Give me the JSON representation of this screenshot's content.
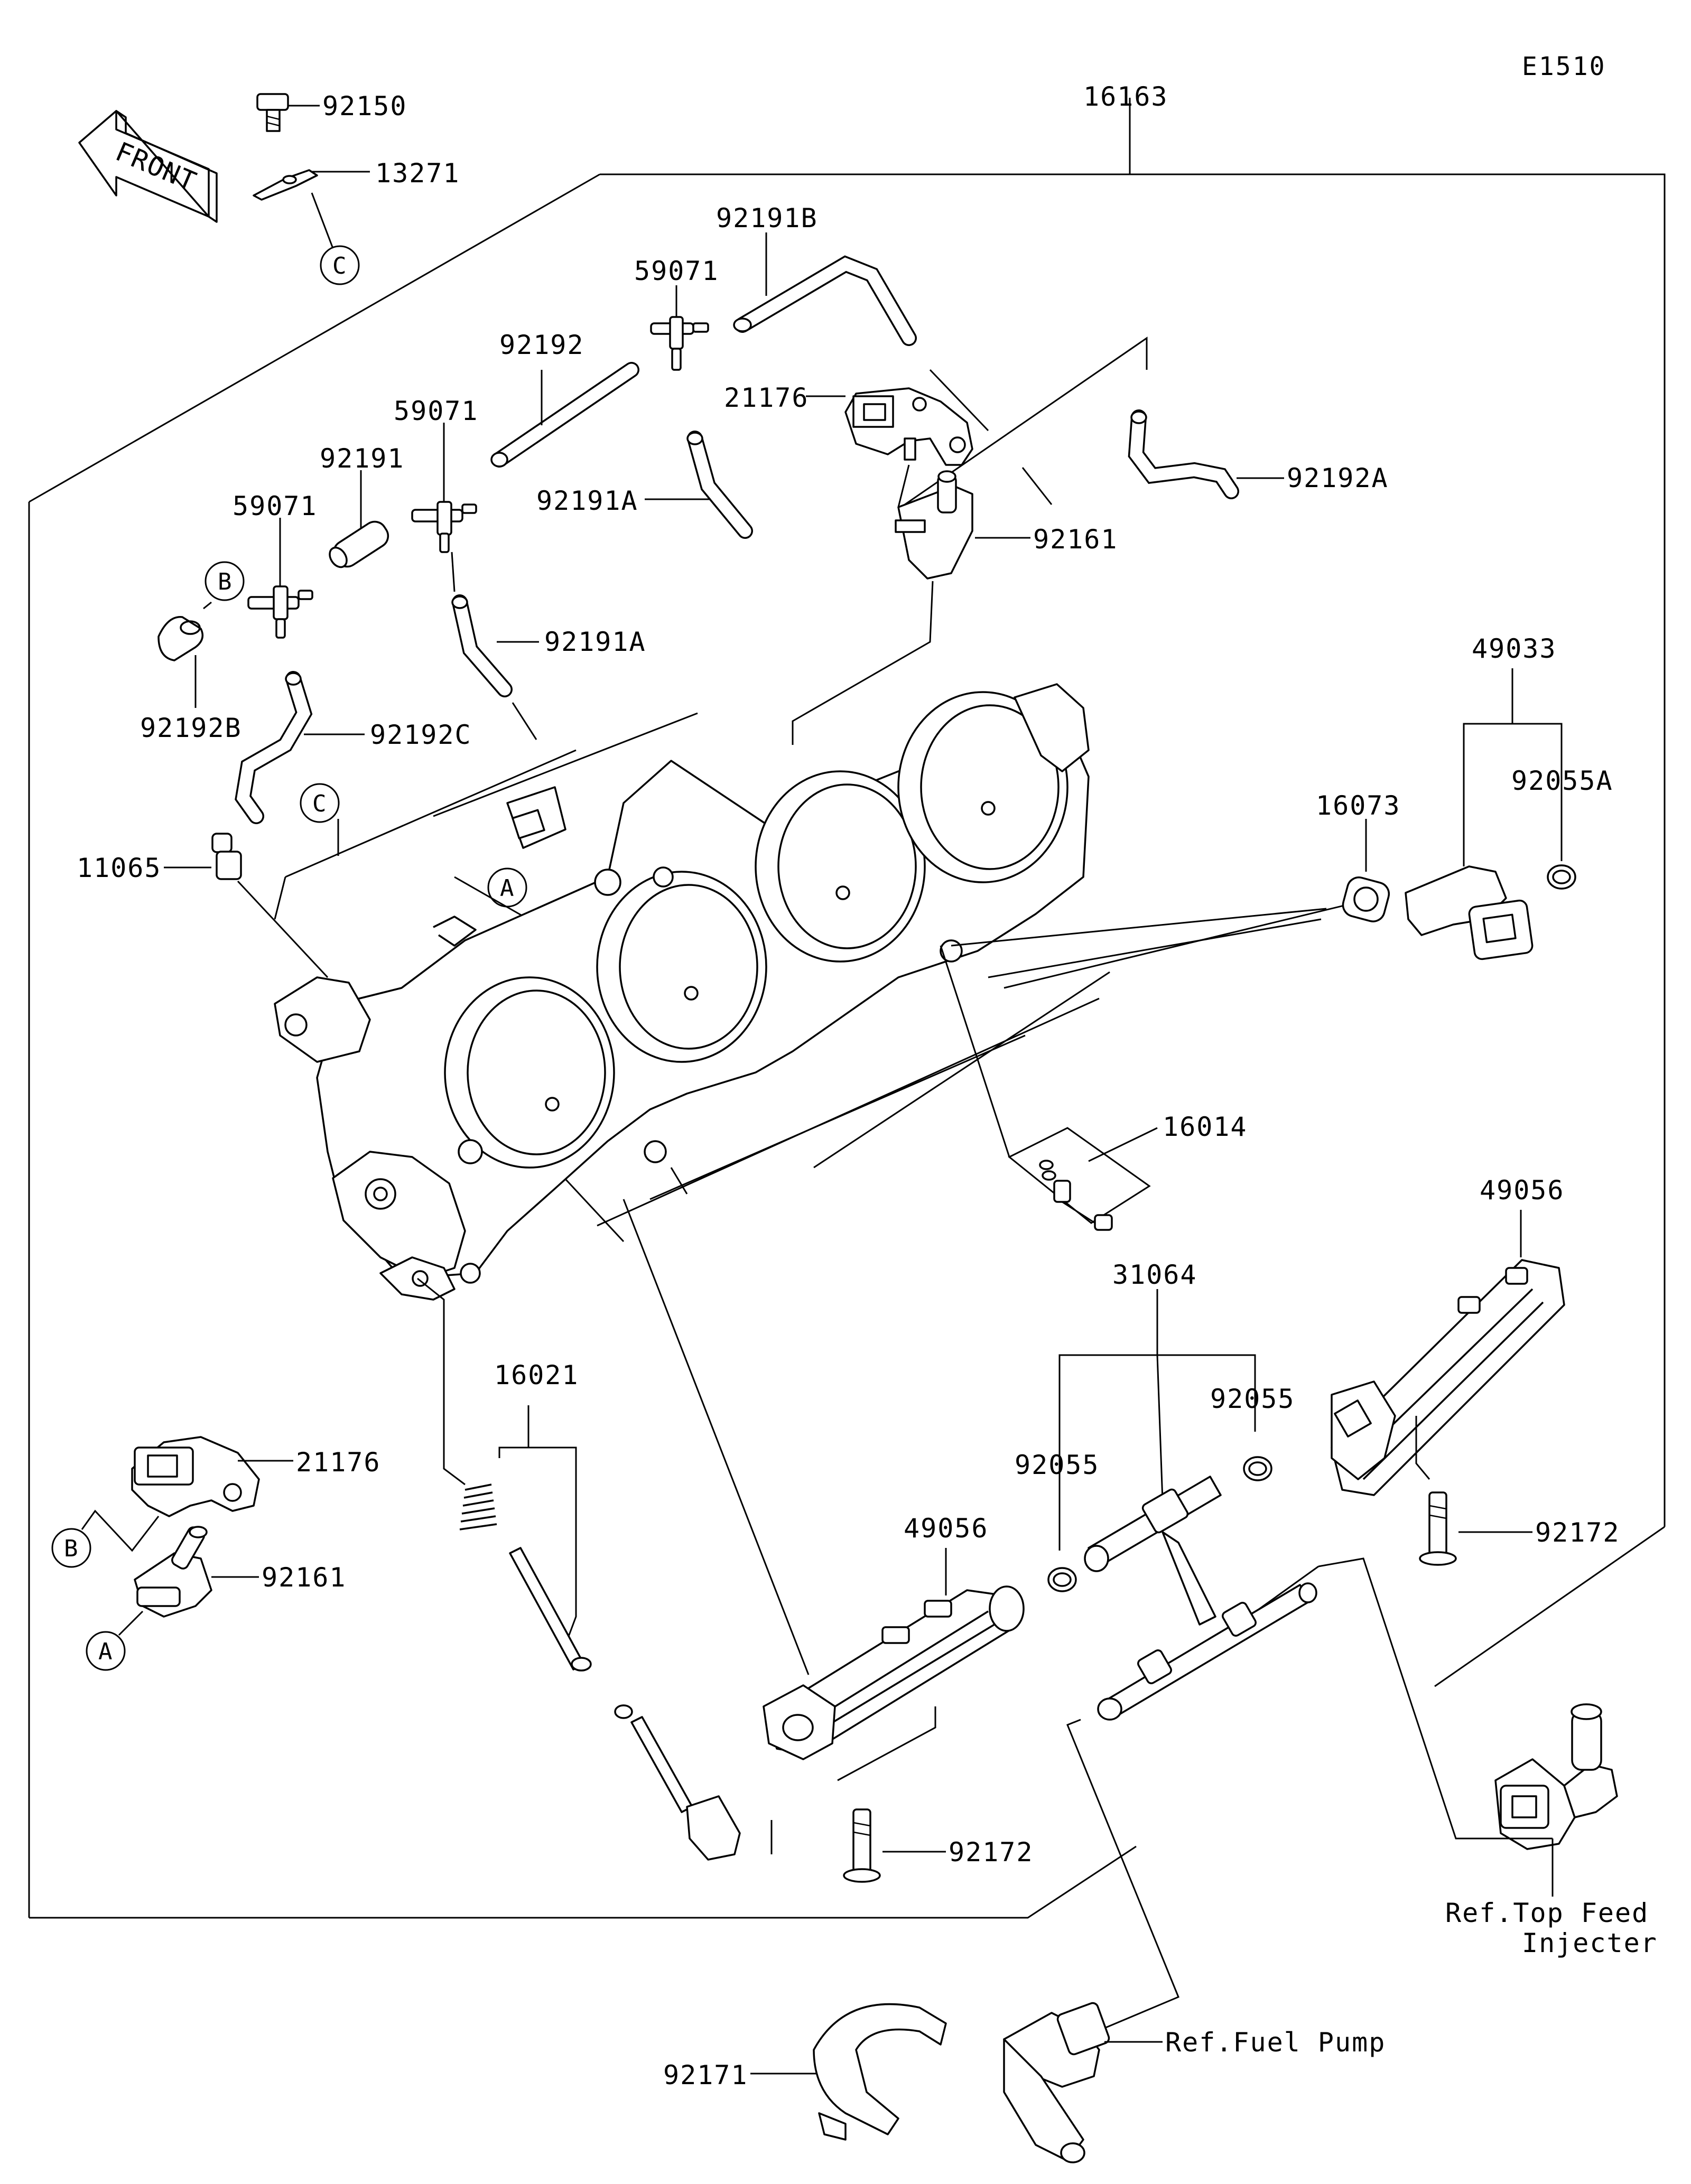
{
  "diagram_code": "E1510",
  "front_label": "FRONT",
  "assembly_label": "16163",
  "callouts": {
    "A": "A",
    "B": "B",
    "C": "C"
  },
  "parts": [
    {
      "number": "92150"
    },
    {
      "number": "13271"
    },
    {
      "number": "92191B"
    },
    {
      "number": "59071"
    },
    {
      "number": "92192"
    },
    {
      "number": "21176"
    },
    {
      "number": "59071"
    },
    {
      "number": "92191"
    },
    {
      "number": "92192A"
    },
    {
      "number": "92191A"
    },
    {
      "number": "59071"
    },
    {
      "number": "92161"
    },
    {
      "number": "92191A"
    },
    {
      "number": "92192B"
    },
    {
      "number": "92192C"
    },
    {
      "number": "49033"
    },
    {
      "number": "16073"
    },
    {
      "number": "92055A"
    },
    {
      "number": "11065"
    },
    {
      "number": "16014"
    },
    {
      "number": "49056"
    },
    {
      "number": "31064"
    },
    {
      "number": "16021"
    },
    {
      "number": "92055"
    },
    {
      "number": "21176"
    },
    {
      "number": "92055"
    },
    {
      "number": "92172"
    },
    {
      "number": "49056"
    },
    {
      "number": "92161"
    },
    {
      "number": "92172"
    },
    {
      "number": "92171"
    }
  ],
  "references": {
    "top_feed_line1": "Ref.Top Feed",
    "top_feed_line2": "Injecter",
    "fuel_pump": "Ref.Fuel Pump"
  }
}
